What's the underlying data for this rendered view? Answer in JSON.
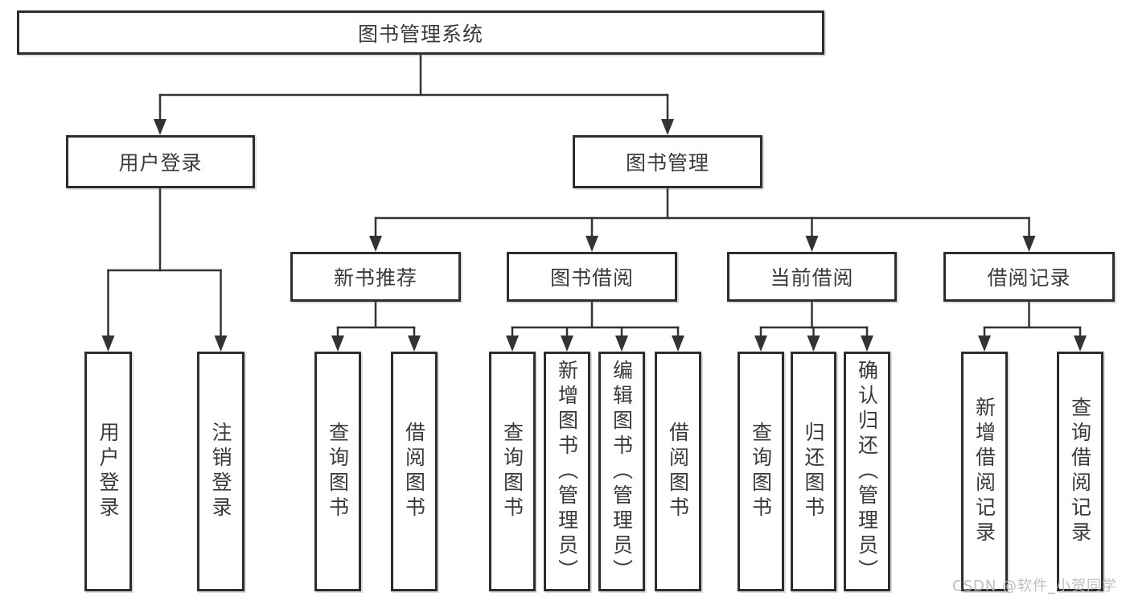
{
  "colors": {
    "line": "#333333",
    "text": "#3a3a3a",
    "watermark": "#bbbbbb"
  },
  "watermark": "CSDN @软件_小贺同学",
  "tree": {
    "root": "图书管理系统",
    "branches": [
      {
        "label": "用户登录",
        "leaves": [
          "用户登录",
          "注销登录"
        ]
      },
      {
        "label": "图书管理",
        "sections": [
          {
            "label": "新书推荐",
            "leaves": [
              "查询图书",
              "借阅图书"
            ]
          },
          {
            "label": "图书借阅",
            "leaves": [
              "查询图书",
              "新增图书（管理员）",
              "编辑图书（管理员）",
              "借阅图书"
            ]
          },
          {
            "label": "当前借阅",
            "leaves": [
              "查询图书",
              "归还图书",
              "确认归还（管理员）"
            ]
          },
          {
            "label": "借阅记录",
            "leaves": [
              "新增借阅记录",
              "查询借阅记录"
            ]
          }
        ]
      }
    ]
  }
}
